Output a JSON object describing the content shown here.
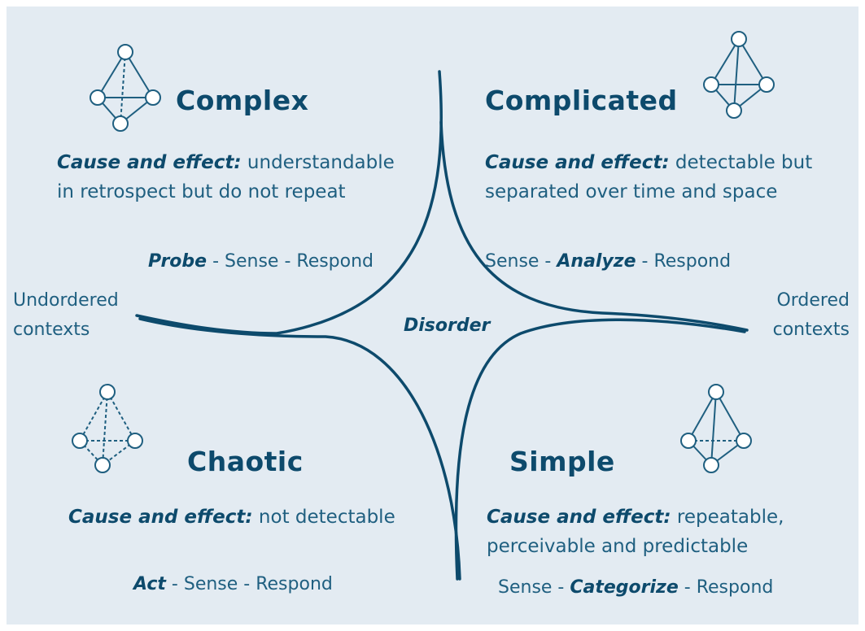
{
  "quadrants": {
    "complex": {
      "title": "Complex",
      "cause_label": "Cause and effect:",
      "cause_line1": "understandable",
      "cause_line2": "in retrospect but do not repeat",
      "approach_emph": "Probe",
      "approach_rest": "- Sense - Respond",
      "icon": "tetrahedron-icon"
    },
    "complicated": {
      "title": "Complicated",
      "cause_label": "Cause and effect:",
      "cause_line1": "detectable but",
      "cause_line2": "separated over time and space",
      "approach_pre": "Sense -",
      "approach_emph": "Analyze",
      "approach_post": "- Respond",
      "icon": "tetrahedron-icon"
    },
    "chaotic": {
      "title": "Chaotic",
      "cause_label": "Cause and effect:",
      "cause_line1": "not detectable",
      "approach_emph": "Act",
      "approach_rest": "- Sense - Respond",
      "icon": "tetrahedron-dashed-icon"
    },
    "simple": {
      "title": "Simple",
      "cause_label": "Cause and effect:",
      "cause_line1": "repeatable,",
      "cause_line2": "perceivable and predictable",
      "approach_pre": "Sense -",
      "approach_emph": "Categorize",
      "approach_post": "- Respond",
      "icon": "tetrahedron-icon"
    }
  },
  "contexts": {
    "left_line1": "Undordered",
    "left_line2": "contexts",
    "right_line1": "Ordered",
    "right_line2": "contexts"
  },
  "center_label": "Disorder",
  "colors": {
    "background": "#e3ebf2",
    "lines": "#0d4a6c",
    "text": "#14506f"
  }
}
